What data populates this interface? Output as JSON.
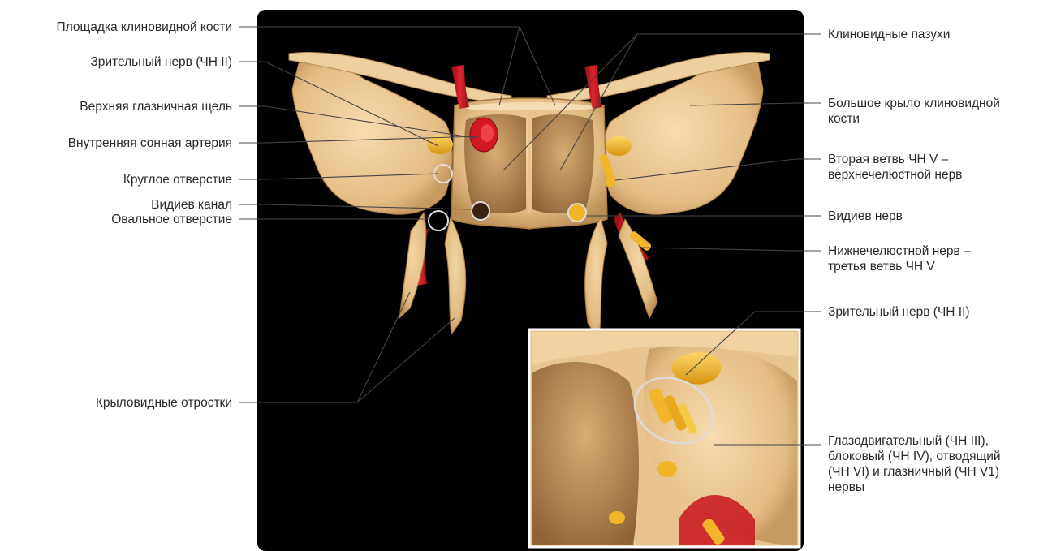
{
  "labels_left": {
    "sphenoid_platform": "Площадка клиновидной кости",
    "optic_nerve": "Зрительный нерв (ЧН II)",
    "superior_orbital_fissure": "Верхняя глазничная щель",
    "internal_carotid_artery": "Внутренняя сонная артерия",
    "foramen_rotundum": "Круглое отверстие",
    "vidian_canal": "Видиев канал",
    "foramen_ovale": "Овальное отверстие",
    "pterygoid_processes": "Крыловидные отростки"
  },
  "labels_right": {
    "sphenoid_sinuses": "Клиновидные пазухи",
    "greater_wing_line1": "Большое крыло клиновидной",
    "greater_wing_line2": "кости",
    "maxillary_nerve_line1": "Вторая ветвь ЧН V –",
    "maxillary_nerve_line2": "верхнечелюстной нерв",
    "vidian_nerve": "Видиев нерв",
    "mandibular_nerve_line1": "Нижнечелюстной нерв –",
    "mandibular_nerve_line2": "третья ветвь ЧН V",
    "optic_nerve_inset": "Зрительный нерв (ЧН II)",
    "orbit_nerves_line1": "Глазодвигательный (ЧН III),",
    "orbit_nerves_line2": "блоковый (ЧН IV), отводящий",
    "orbit_nerves_line3": "(ЧН VI) и глазничный (ЧН V1)",
    "orbit_nerves_line4": "нервы"
  },
  "colors": {
    "background_panel": "#000000",
    "bone": "#e8c48e",
    "bone_shadow": "#b88d56",
    "artery": "#c8141c",
    "nerve": "#f2b52a",
    "leader_line": "#444444"
  }
}
